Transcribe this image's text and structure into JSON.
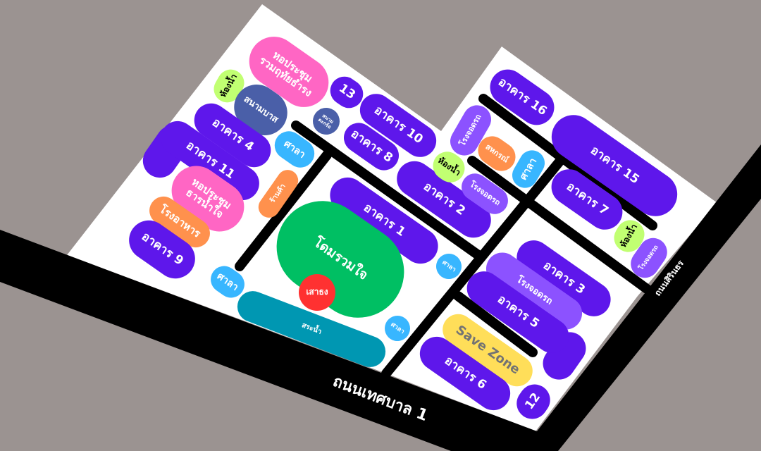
{
  "map": {
    "roads": {
      "main": "ถนนเทศบาล 1",
      "side": "ถนนสิรินธร"
    },
    "places": {
      "hall_ruam": [
        "หอประชุม",
        "รวมฤทัยธำรง"
      ],
      "hall_tharn": [
        "หอประชุม",
        "ธารน้ำใจ"
      ],
      "restroom": "ห้องน้ำ",
      "basketball": "สนามบาส",
      "takraw": [
        "สนาม",
        "ตะกร้อ"
      ],
      "pavilion": "ศาลา",
      "shop": "ร้านค้า",
      "canteen": "โรงอาหาร",
      "dome": "โดมรวมใจ",
      "flagpole": "เสาธง",
      "pool": "สระน้ำ",
      "parking": "โรงจอดรถ",
      "coop": "สหกรณ์",
      "safe_zone": "Save Zone",
      "b1": "อาคาร 1",
      "b2": "อาคาร 2",
      "b3": "อาคาร 3",
      "b4": "อาคาร 4",
      "b5": "อาคาร 5",
      "b6": "อาคาร 6",
      "b7": "อาคาร 7",
      "b8": "อาคาร 8",
      "b9": "อาคาร 9",
      "b10": "อาคาร 10",
      "b11": "อาคาร 11",
      "b12": "12",
      "b13": "13",
      "b15": "อาคาร 15",
      "b16": "อาคาร 16"
    },
    "colors": {
      "background": "#9b9391",
      "building": "#5e17eb",
      "parking": "#8c52ff",
      "hall": "#ff66c4",
      "restroom": "#c1ff72",
      "pavilion": "#38b6ff",
      "dome": "#00bf63",
      "flagpole": "#ff3131",
      "pool": "#0097b2",
      "safe_zone": "#ffde59"
    }
  }
}
